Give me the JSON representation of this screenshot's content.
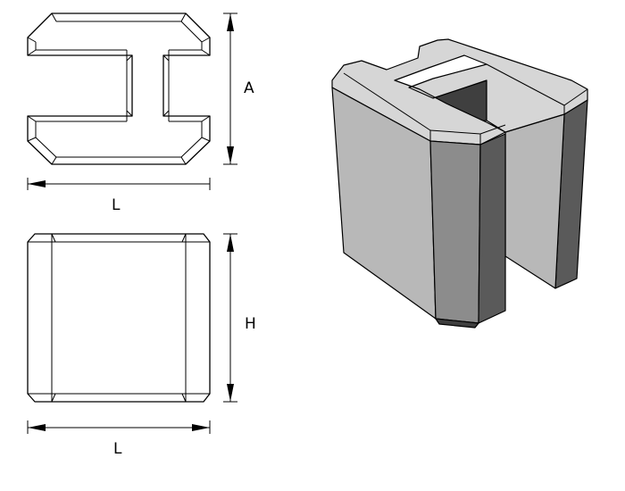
{
  "labels": {
    "top_height": "A",
    "top_width": "L",
    "front_height": "H",
    "front_width": "L"
  },
  "colors": {
    "light_face": "#b8b8b8",
    "top_face": "#d6d6d6",
    "mid_face": "#8c8c8c",
    "dark_face": "#5a5a5a",
    "inner_face": "#3f3f3f",
    "line": "#000000",
    "background": "#ffffff"
  }
}
